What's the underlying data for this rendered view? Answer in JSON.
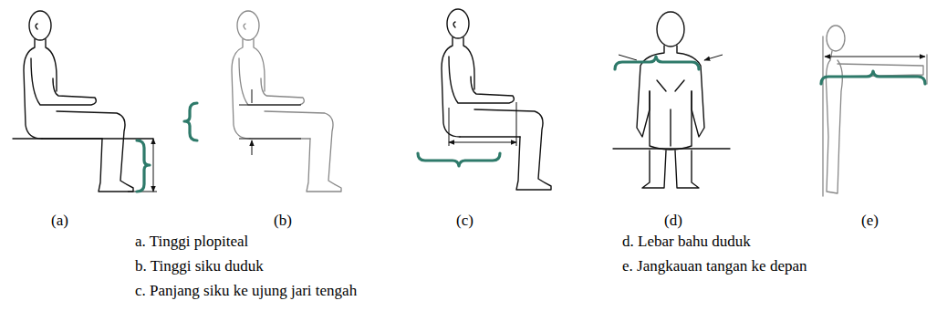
{
  "diagram": {
    "labels": [
      "(a)",
      "(b)",
      "(c)",
      "(d)",
      "(e)",
      "a. Tinggi plopiteal",
      "b. Tinggi siku duduk",
      "c. Panjang siku ke ujung jari tengah",
      "d. Lebar bahu duduk",
      "e. Jangkauan tangan ke depan"
    ]
  }
}
